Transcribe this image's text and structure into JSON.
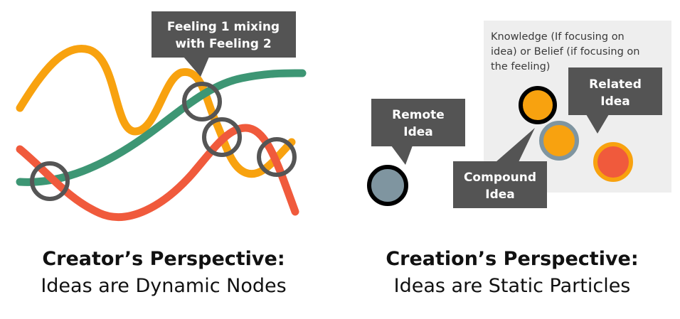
{
  "left_panel": {
    "callout": [
      "Feeling 1 mixing",
      "with Feeling 2"
    ],
    "caption_title": "Creator’s Perspective:",
    "caption_sub": "Ideas are Dynamic Nodes"
  },
  "right_panel": {
    "note": [
      "Knowledge (If focusing on",
      "idea) or Belief (if focusing on",
      "the feeling)"
    ],
    "remote_callout": [
      "Remote",
      "Idea"
    ],
    "related_callout": [
      "Related",
      "Idea"
    ],
    "compound_callout": [
      "Compound",
      "Idea"
    ],
    "caption_title": "Creation’s Perspective:",
    "caption_sub": "Ideas are Static Particles"
  },
  "colors": {
    "orange": "#f8a20f",
    "green": "#3d9674",
    "red": "#f05a3c",
    "ring": "#555555",
    "callout_bg": "#545454",
    "note_bg": "#eeeeee",
    "remote_fill": "#7f95a0"
  }
}
